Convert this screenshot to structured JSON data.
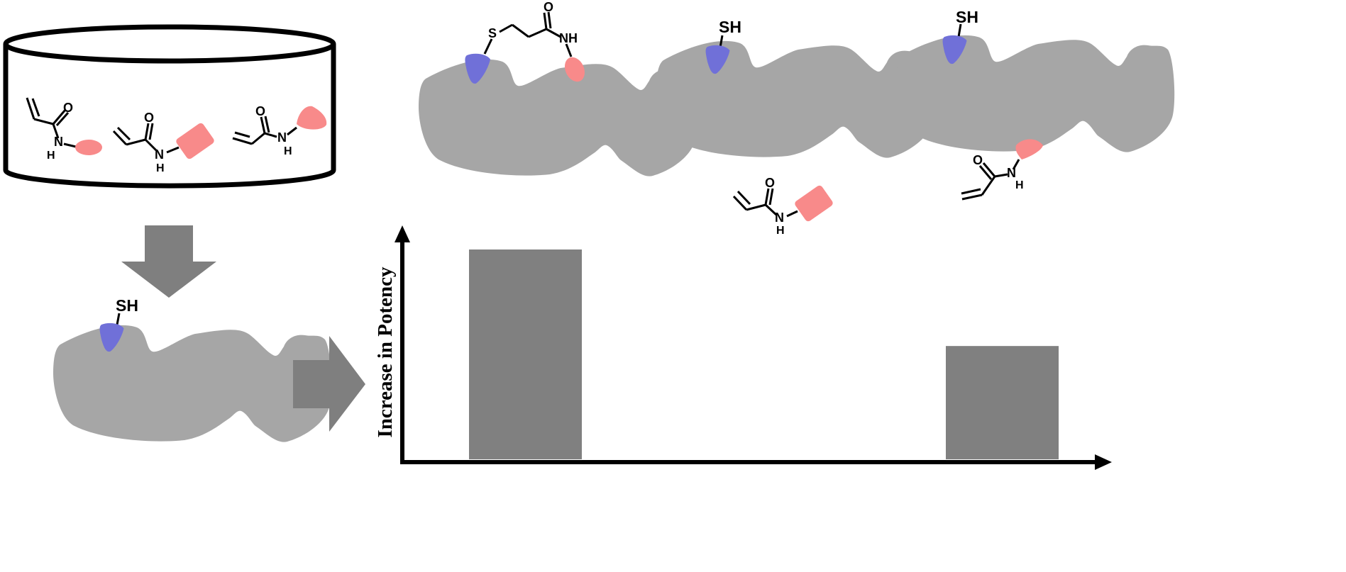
{
  "labels": {
    "sh": "SH",
    "o": "O",
    "s": "S",
    "n": "N",
    "h": "H",
    "nh": "NH"
  },
  "chart_data": {
    "type": "bar",
    "ylabel": "Increase in Potency",
    "xlabel": "",
    "categories": [
      "",
      "",
      ""
    ],
    "values": [
      1.0,
      0,
      0.54
    ],
    "ylim": [
      0,
      1.1
    ]
  },
  "colors": {
    "protein": "#a6a6a6",
    "cysteine": "#7070d8",
    "fragment": "#f88a8a",
    "arrow": "#7f7f7f",
    "bar": "#808080"
  }
}
